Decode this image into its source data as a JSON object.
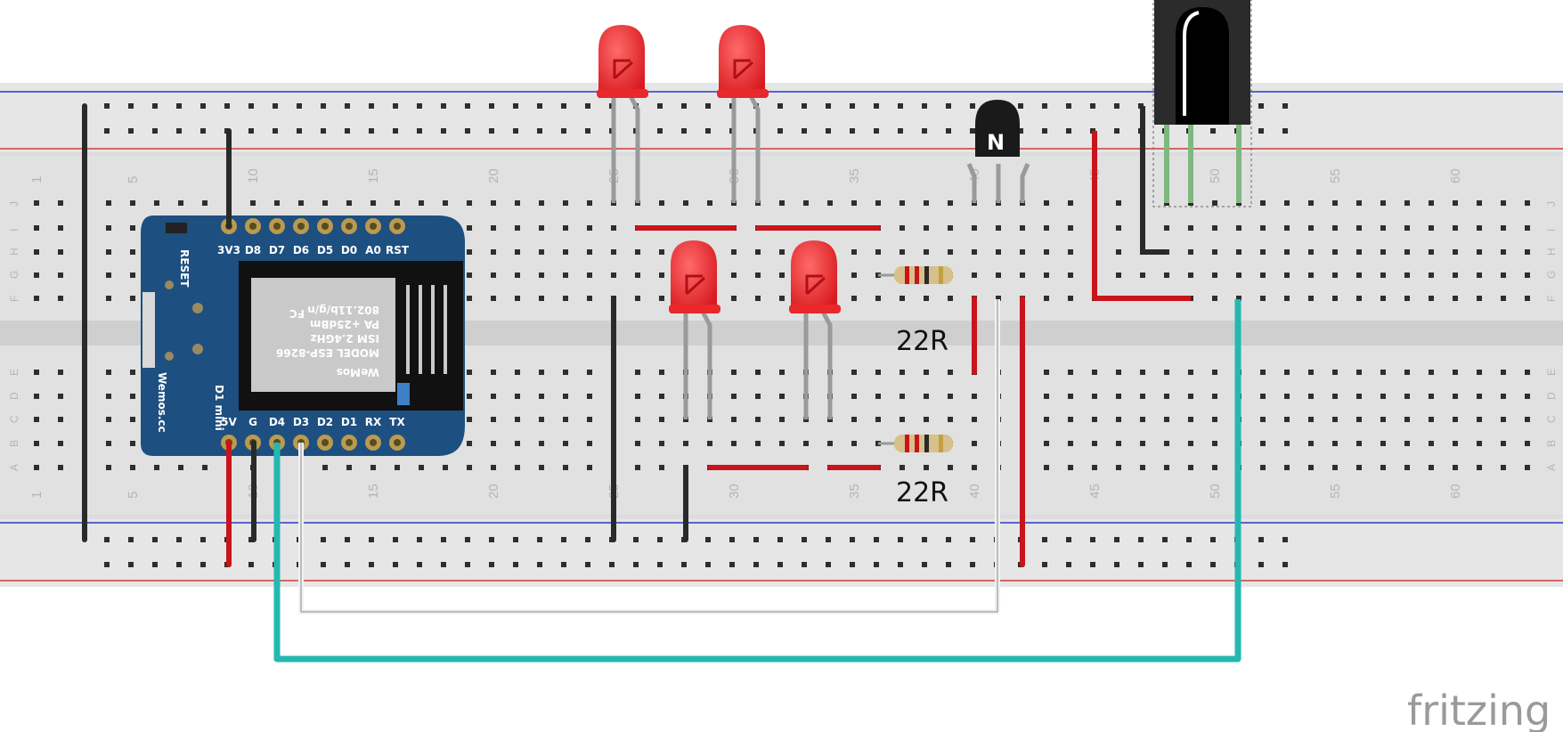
{
  "board": {
    "name_top": "D1 mini",
    "brand": "Wemos.cc",
    "reset_label": "RESET",
    "module_brand": "WeMos",
    "module_model": "MODEL ESP-8266",
    "module_band": "ISM 2.4GHz",
    "module_power": "PA +25dBm",
    "module_std": "802.11b/g/n",
    "module_fcc": "FC",
    "pins_top": [
      "3V3",
      "D8",
      "D7",
      "D6",
      "D5",
      "D0",
      "A0",
      "RST"
    ],
    "pins_bottom": [
      "5V",
      "G",
      "D4",
      "D3",
      "D2",
      "D1",
      "RX",
      "TX"
    ]
  },
  "breadboard": {
    "column_numbers": [
      "1",
      "5",
      "10",
      "15",
      "20",
      "25",
      "30",
      "35",
      "40",
      "45",
      "50",
      "55",
      "60"
    ],
    "row_letters_top": [
      "J",
      "I",
      "H",
      "G",
      "F"
    ],
    "row_letters_bottom": [
      "E",
      "D",
      "C",
      "B",
      "A"
    ]
  },
  "components": {
    "transistor_label": "N",
    "resistor_1_label": "22R",
    "resistor_2_label": "22R",
    "led_color": "#e8282b"
  },
  "colors": {
    "board_blue": "#1d4f80",
    "wire_red": "#c8141a",
    "wire_black": "#2a2a2a",
    "wire_teal": "#25b8b0",
    "wire_white": "#f2f2f2",
    "rail_blue": "#2a36c8",
    "rail_red": "#d23a3a"
  },
  "footer": {
    "logo": "fritzing"
  }
}
